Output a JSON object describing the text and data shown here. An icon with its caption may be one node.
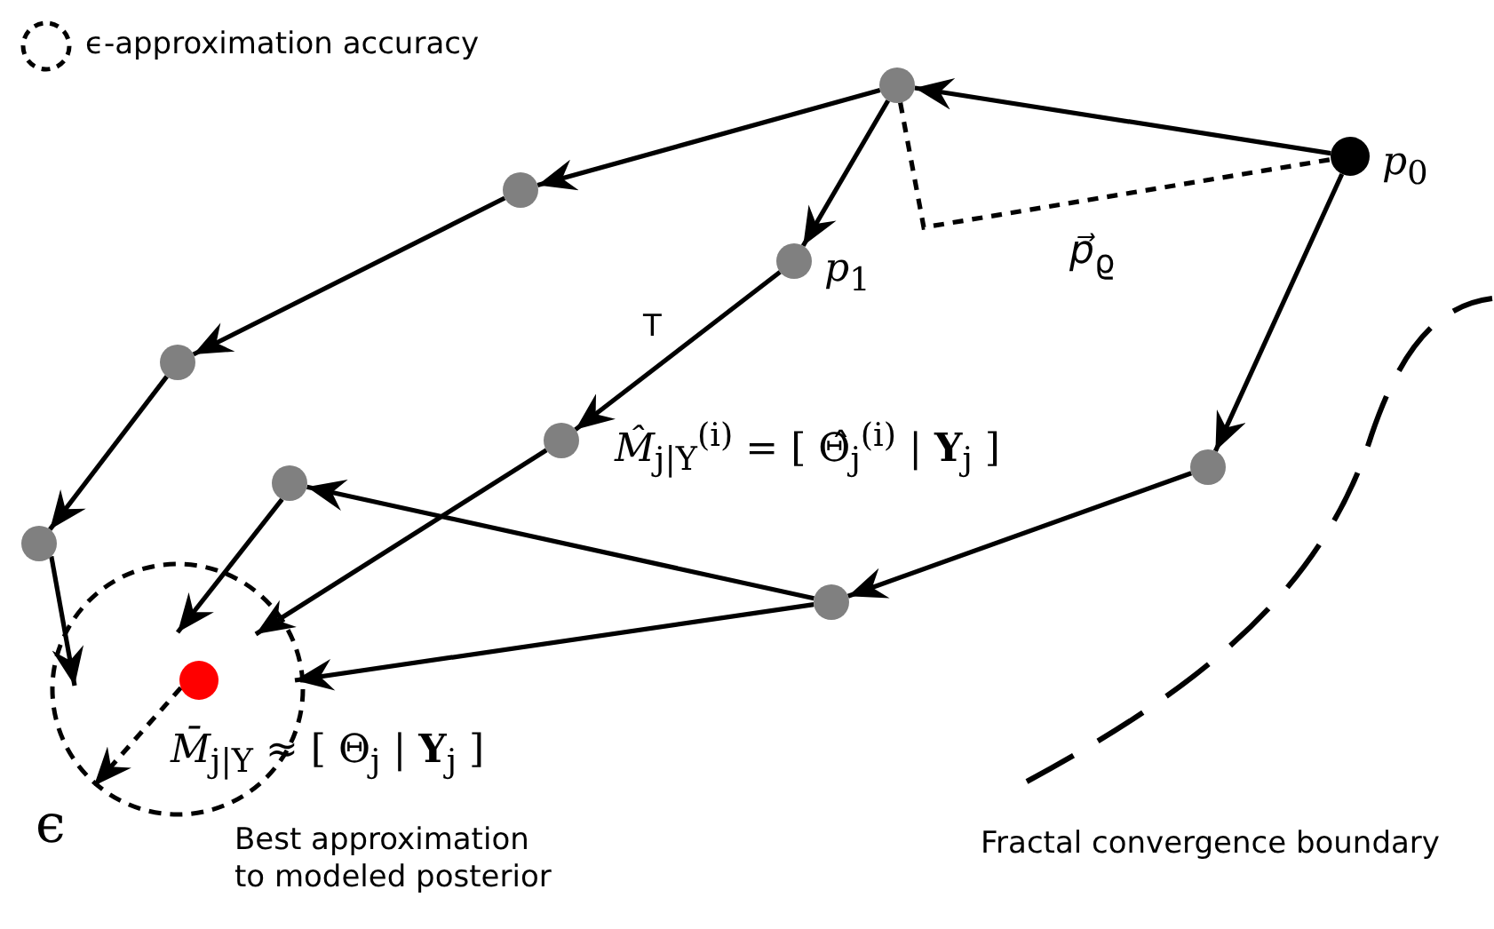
{
  "diagram": {
    "nodes": [
      {
        "text": [],
        "shape": "circle"
      },
      {
        "text": [],
        "shape": "circle",
        "beside": [
          "*p*$_{0}$"
        ]
      },
      {
        "text": [],
        "shape": "circle"
      },
      {
        "text": [],
        "shape": "circle",
        "beside": [
          "*p*$_{1}$"
        ]
      },
      {
        "text": [],
        "shape": "circle"
      },
      {
        "text": [],
        "shape": "circle",
        "beside": [
          "*M̂*$_{j|Y}$$^{(i)}$ = [ Θ̂$_{j}$$^{(i)}$ | **Y**$_{j}$ ]"
        ]
      },
      {
        "text": [],
        "shape": "circle"
      },
      {
        "text": [],
        "shape": "circle"
      },
      {
        "text": [],
        "shape": "circle"
      },
      {
        "text": [],
        "shape": "circle"
      },
      {
        "text": [
          "ϵ"
        ]
      },
      {
        "text": [],
        "shape": "circle",
        "in": 10,
        "beside": [
          "*M̄*$_{j|Y}$ ≈ [ Θ$_{j}$ | **Y**$_{j}$ ]",
          "Best approximation to modeled posterior"
        ]
      }
    ],
    "edges": [
      {
        "from": 1,
        "to": 0,
        "arrow": "to"
      },
      {
        "from": 0,
        "to": 2,
        "arrow": "to"
      },
      {
        "from": 0,
        "to": 3,
        "arrow": "to"
      },
      {
        "from": 2,
        "to": 4,
        "arrow": "to"
      },
      {
        "from": 4,
        "to": 8,
        "arrow": "to"
      },
      {
        "from": 8,
        "to": 10,
        "arrow": "to"
      },
      {
        "from": 3,
        "to": 5,
        "arrow": "to",
        "label": "T"
      },
      {
        "from": 5,
        "to": 10,
        "arrow": "to"
      },
      {
        "from": 1,
        "to": 7,
        "arrow": "to"
      },
      {
        "from": 7,
        "to": 9,
        "arrow": "to"
      },
      {
        "from": 9,
        "to": 6,
        "arrow": "to"
      },
      {
        "from": 9,
        "to": 10,
        "arrow": "to"
      },
      {
        "from": 6,
        "to": 11,
        "arrow": "to"
      },
      {
        "from": 11,
        "to": 10,
        "arrow": "to",
        "style": "dashed"
      },
      {
        "from": 0,
        "to": 1,
        "arrow": "none",
        "style": "dashed",
        "label": "*p⃗*$_{ϱ}$"
      }
    ],
    "labels": [
      "Fractal convergence boundary"
    ],
    "legend": [
      {
        "text": "ϵ-approximation accuracy"
      }
    ]
  }
}
